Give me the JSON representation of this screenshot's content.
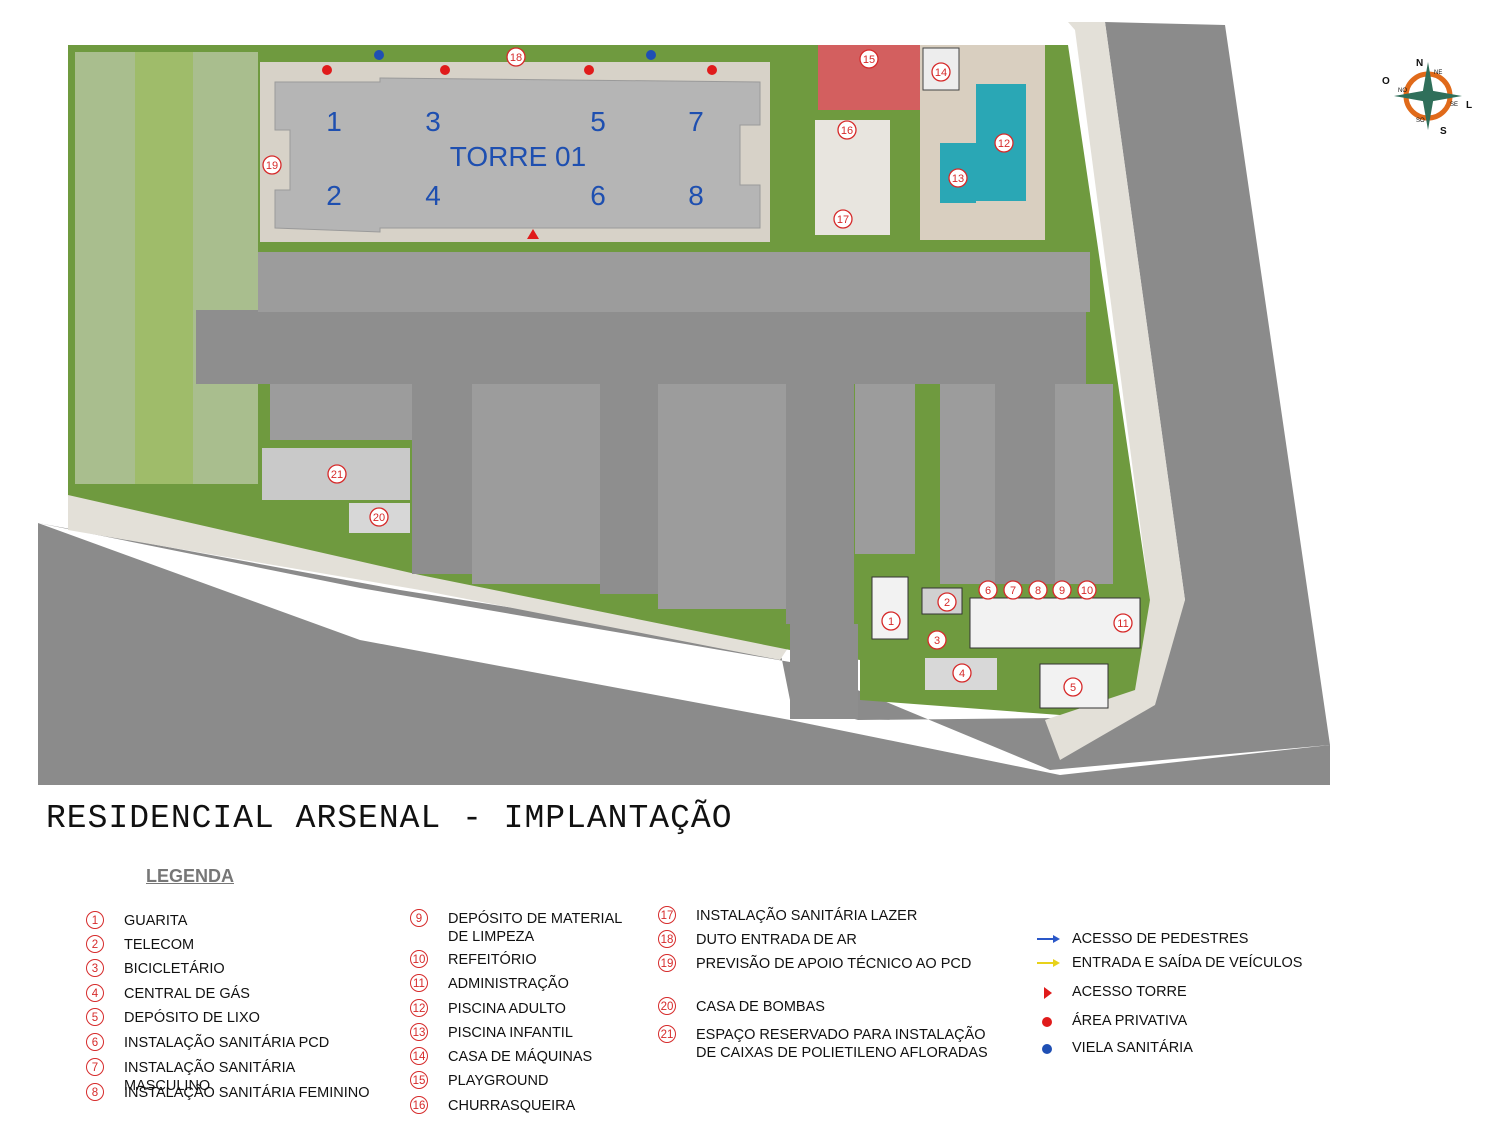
{
  "title": "RESIDENCIAL ARSENAL - IMPLANTAÇÃO",
  "legend_heading": "LEGENDA",
  "tower": {
    "label": "TORRE 01",
    "units": [
      "1",
      "2",
      "3",
      "4",
      "5",
      "6",
      "7",
      "8"
    ]
  },
  "legend": [
    {
      "num": "1",
      "text": "GUARITA"
    },
    {
      "num": "2",
      "text": "TELECOM"
    },
    {
      "num": "3",
      "text": "BICICLETÁRIO"
    },
    {
      "num": "4",
      "text": "CENTRAL DE GÁS"
    },
    {
      "num": "5",
      "text": "DEPÓSITO DE LIXO"
    },
    {
      "num": "6",
      "text": "INSTALAÇÃO SANITÁRIA PCD"
    },
    {
      "num": "7",
      "text": "INSTALAÇÃO SANITÁRIA MASCULINO"
    },
    {
      "num": "8",
      "text": "INSTALAÇÃO SANITÁRIA FEMININO"
    },
    {
      "num": "9",
      "text": "DEPÓSITO DE MATERIAL DE LIMPEZA"
    },
    {
      "num": "10",
      "text": "REFEITÓRIO"
    },
    {
      "num": "11",
      "text": "ADMINISTRAÇÃO"
    },
    {
      "num": "12",
      "text": "PISCINA ADULTO"
    },
    {
      "num": "13",
      "text": "PISCINA INFANTIL"
    },
    {
      "num": "14",
      "text": "CASA DE MÁQUINAS"
    },
    {
      "num": "15",
      "text": "PLAYGROUND"
    },
    {
      "num": "16",
      "text": "CHURRASQUEIRA"
    },
    {
      "num": "17",
      "text": "INSTALAÇÃO SANITÁRIA LAZER"
    },
    {
      "num": "18",
      "text": "DUTO ENTRADA DE AR"
    },
    {
      "num": "19",
      "text": "PREVISÃO DE APOIO TÉCNICO AO PCD"
    },
    {
      "num": "20",
      "text": "CASA DE BOMBAS"
    },
    {
      "num": "21",
      "text": "ESPAÇO RESERVADO PARA INSTALAÇÃO DE CAIXAS DE POLIETILENO AFLORADAS"
    }
  ],
  "symbols": [
    {
      "text": "ACESSO DE PEDESTRES",
      "color": "#2a57c8"
    },
    {
      "text": "ENTRADA E SAÍDA DE VEÍCULOS",
      "color": "#e8d21a"
    },
    {
      "text": "ACESSO TORRE",
      "color": "#e01b1b"
    },
    {
      "text": "ÁREA PRIVATIVA",
      "color": "#e01b1b"
    },
    {
      "text": "VIELA SANITÁRIA",
      "color": "#1f4fb4"
    }
  ],
  "compass": {
    "n": "N",
    "s": "S",
    "l": "L",
    "o": "O",
    "ne": "NE",
    "no": "NO",
    "se": "SE",
    "so": "SO"
  },
  "colors": {
    "grass": "#6f9a3f",
    "asphalt": "#8c8c8c",
    "parking": "#9a9a9a",
    "sidewalk": "#e6e1d8",
    "building": "#b7b7b7",
    "water": "#2aa7b5",
    "red_marker": "#d62b2b"
  }
}
